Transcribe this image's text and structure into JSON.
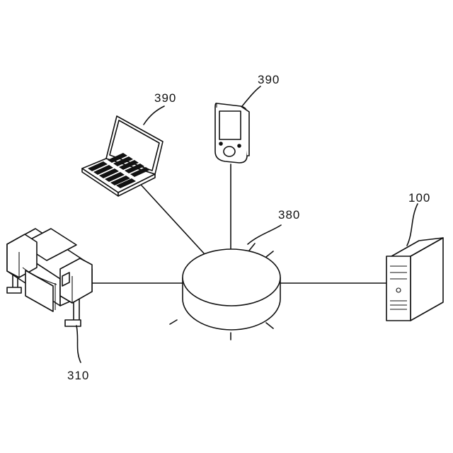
{
  "diagram": {
    "nodes": [
      {
        "id": "network",
        "icon": "network-cloud-icon",
        "ref": "380"
      },
      {
        "id": "server",
        "icon": "server-tower-icon",
        "ref": "100"
      },
      {
        "id": "printer",
        "icon": "wide-format-printer-icon",
        "ref": "310"
      },
      {
        "id": "laptop",
        "icon": "laptop-icon",
        "ref": "390"
      },
      {
        "id": "pda",
        "icon": "pda-handheld-icon",
        "ref": "390"
      }
    ],
    "edges": [
      {
        "from": "network",
        "to": "server"
      },
      {
        "from": "network",
        "to": "printer"
      },
      {
        "from": "network",
        "to": "laptop"
      },
      {
        "from": "network",
        "to": "pda"
      }
    ]
  }
}
